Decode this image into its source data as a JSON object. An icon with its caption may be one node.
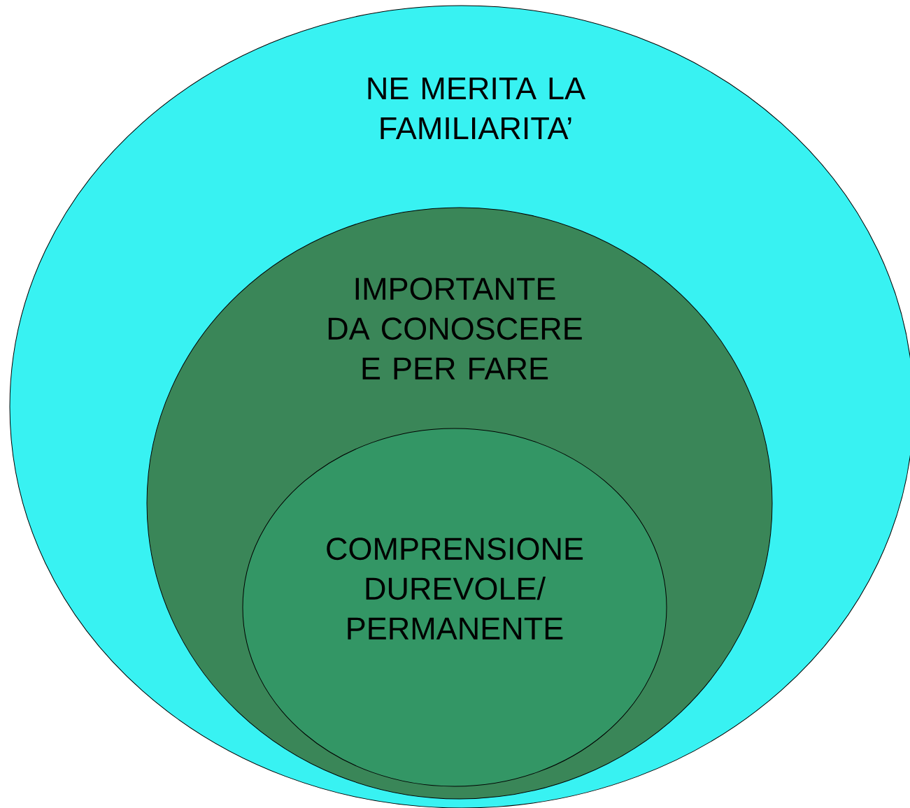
{
  "diagram": {
    "nodes": [
      {
        "text": [
          "NE MERITA LA FAMILIARITA’"
        ]
      },
      {
        "text": [
          "IMPORTANTE DA CONOSCERE E PER FARE"
        ],
        "in": 0
      },
      {
        "text": [
          "COMPRENSIONE DUREVOLE/ PERMANENTE"
        ],
        "in": 1
      }
    ]
  }
}
